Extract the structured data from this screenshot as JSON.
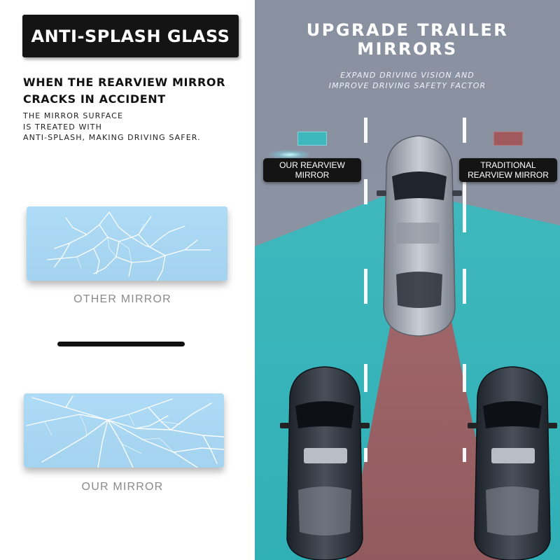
{
  "left": {
    "badge": "ANTI-SPLASH GLASS",
    "headline": [
      "WHEN THE REARVIEW MIRROR",
      "CRACKS IN ACCIDENT"
    ],
    "body": [
      "THE MIRROR SURFACE",
      "IS TREATED WITH",
      "ANTI-SPLASH, MAKING DRIVING SAFER."
    ],
    "mirror_top_caption": "OTHER MIRROR",
    "mirror_bottom_caption": "OUR MIRROR"
  },
  "right": {
    "title": [
      "UPGRADE TRAILER",
      "MIRRORS"
    ],
    "subtitle": [
      "EXPAND DRIVING VISION AND",
      "IMPROVE DRIVING SAFETY FACTOR"
    ],
    "legend": {
      "ours": [
        "OUR REARVIEW",
        "MIRROR"
      ],
      "traditional": [
        "TRADITIONAL",
        "REARVIEW MIRROR"
      ]
    }
  },
  "colors": {
    "badge_bg": "#141414",
    "mirror_glass": "#aedbf6",
    "panel_bg": "#8b92a2",
    "our_view": "#3fb8bd",
    "traditional_view": "#a0595c",
    "lane_marking": "#ffffff"
  },
  "icons": {
    "cracked_glass": "shattered-glass-pattern",
    "car_top_view": "car-top-view"
  }
}
